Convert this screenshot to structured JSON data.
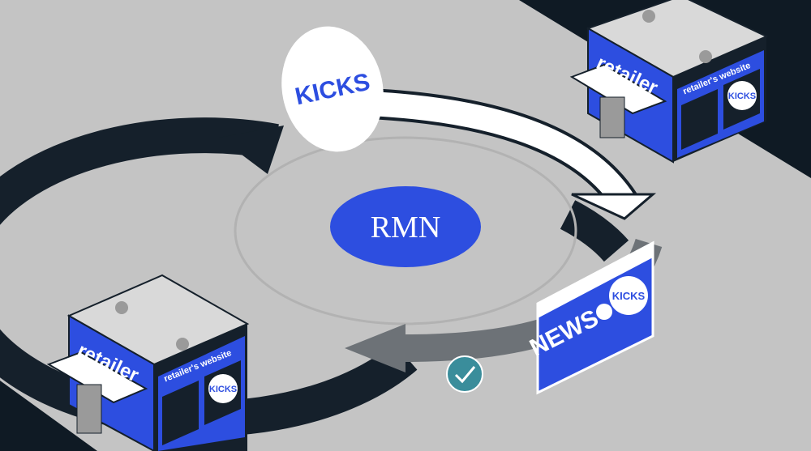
{
  "center": {
    "label": "RMN"
  },
  "brand_bubble": {
    "label": "KICKS"
  },
  "store_top_right": {
    "sign": "retailer",
    "screen_title": "retailer's website",
    "badge": "KICKS"
  },
  "store_bottom_left": {
    "sign": "retailer",
    "screen_title": "retailer's website",
    "badge": "KICKS"
  },
  "news_panel": {
    "headline": "NEWS",
    "badge": "KICKS"
  },
  "colors": {
    "background_floor": "#c4c4c4",
    "corner_dark": "#0f1a24",
    "ring_dark": "#15202b",
    "accent_blue": "#2d4ee0",
    "arrow_gray": "#6d7277",
    "check_teal": "#3a8d9b",
    "white": "#ffffff"
  },
  "icons": [
    "check-icon",
    "sneaker-icon",
    "runner-figure-icon",
    "cursor-icon",
    "ac-unit-icon"
  ]
}
